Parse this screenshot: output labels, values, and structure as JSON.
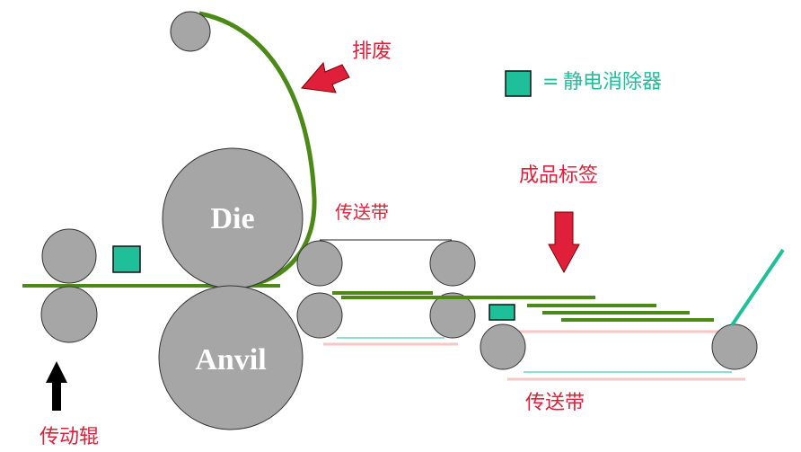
{
  "labels": {
    "waste": "排废",
    "product_labels": "成品标签",
    "conveyor_top": "传送带",
    "conveyor_bottom": "传送带",
    "drive_roller": "传动辊",
    "legend_eq": "=",
    "legend_text": "静电消除器"
  },
  "rollers": {
    "die": "Die",
    "anvil": "Anvil"
  },
  "colors": {
    "roller": "#a6a6a6",
    "web": "#4c8a17",
    "static": "#1fbf9a",
    "red": "#e0203a",
    "arrow_black": "#000000"
  }
}
